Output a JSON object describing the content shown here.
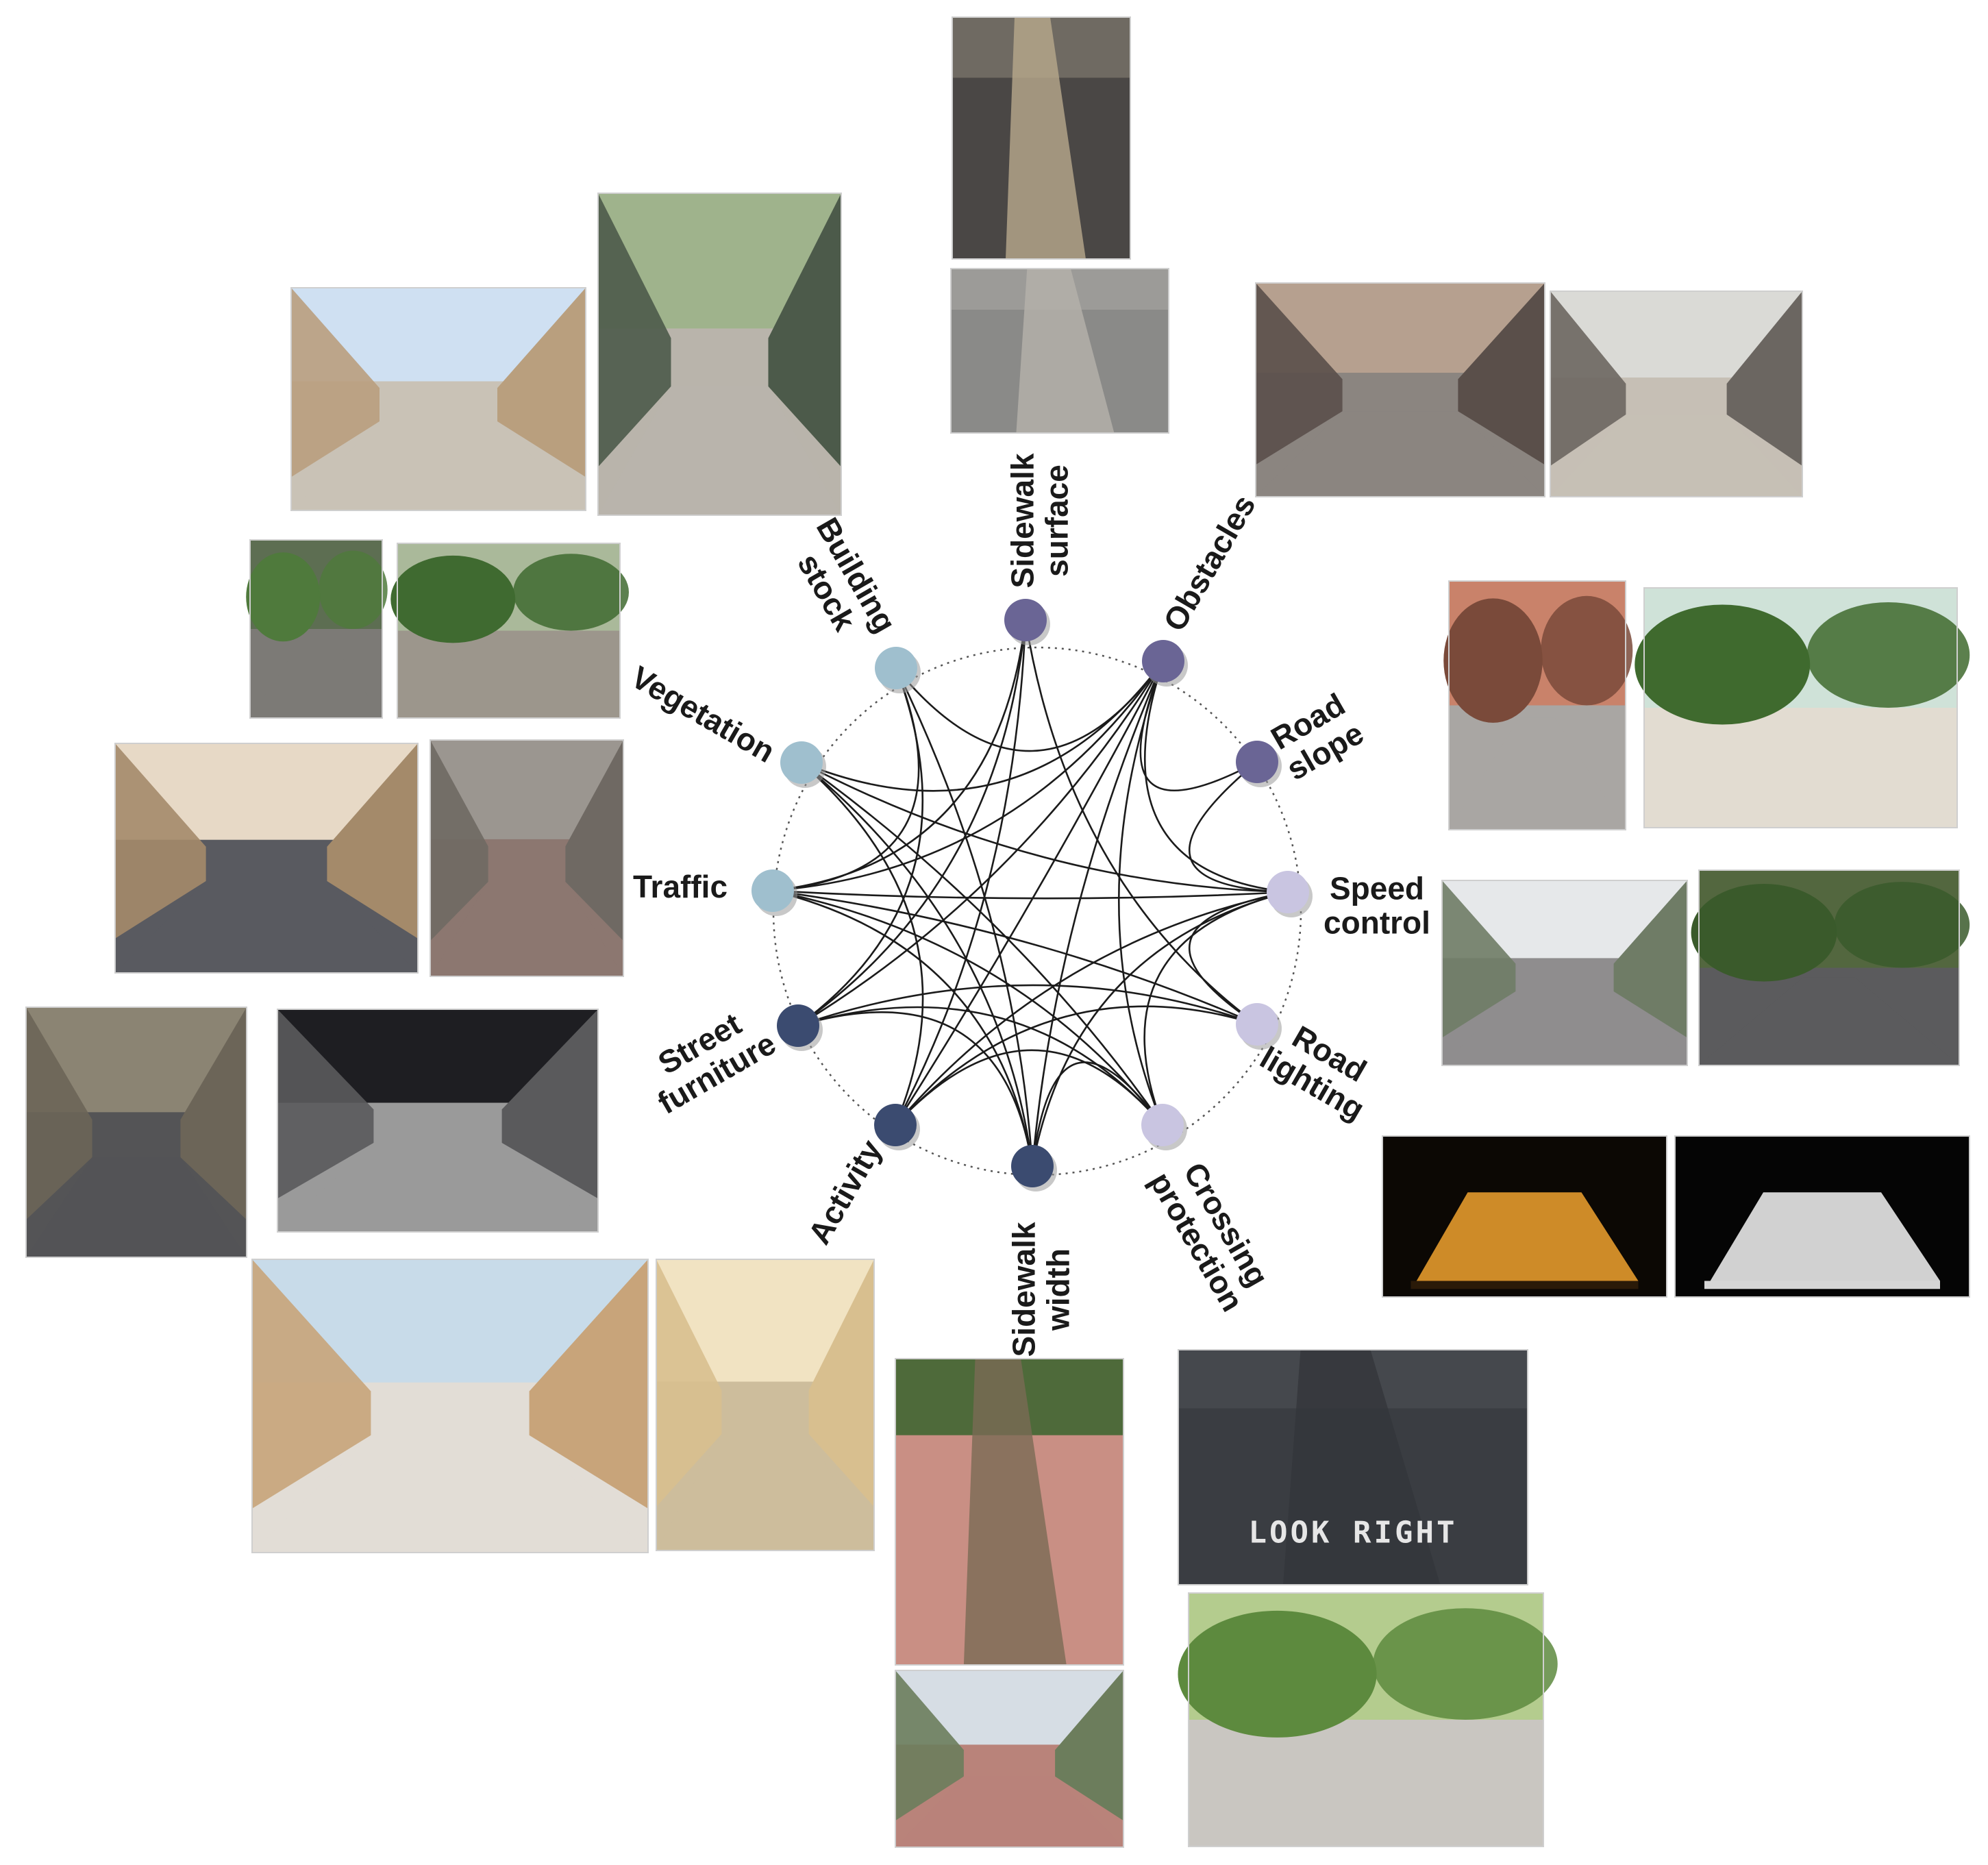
{
  "nodes": [
    {
      "id": "sidewalk-surface",
      "lines": [
        "Sidewalk",
        "surface"
      ],
      "color": "#6a6595"
    },
    {
      "id": "obstacles",
      "lines": [
        "Obstacles"
      ],
      "color": "#6a6595"
    },
    {
      "id": "road-slope",
      "lines": [
        "Road",
        "slope"
      ],
      "color": "#6a6595"
    },
    {
      "id": "speed-control",
      "lines": [
        "Speed",
        "control"
      ],
      "color": "#c9c5e1"
    },
    {
      "id": "road-lighting",
      "lines": [
        "Road",
        "lighting"
      ],
      "color": "#c9c5e1"
    },
    {
      "id": "crossing-protection",
      "lines": [
        "Crossing",
        "protection"
      ],
      "color": "#c9c5e1"
    },
    {
      "id": "sidewalk-width",
      "lines": [
        "Sidewalk",
        "width"
      ],
      "color": "#3b4b70"
    },
    {
      "id": "activity",
      "lines": [
        "Activity"
      ],
      "color": "#3b4b70"
    },
    {
      "id": "street-furniture",
      "lines": [
        "Street",
        "furniture"
      ],
      "color": "#3b4b70"
    },
    {
      "id": "traffic",
      "lines": [
        "Traffic"
      ],
      "color": "#9fbfce"
    },
    {
      "id": "vegetation",
      "lines": [
        "Vegetation"
      ],
      "color": "#9fbfce"
    },
    {
      "id": "building-stock",
      "lines": [
        "Building",
        "stock"
      ],
      "color": "#9fbfce"
    }
  ],
  "links": [
    [
      "obstacles",
      "road-slope"
    ],
    [
      "obstacles",
      "speed-control"
    ],
    [
      "obstacles",
      "building-stock"
    ],
    [
      "obstacles",
      "vegetation"
    ],
    [
      "obstacles",
      "traffic"
    ],
    [
      "obstacles",
      "street-furniture"
    ],
    [
      "obstacles",
      "activity"
    ],
    [
      "obstacles",
      "sidewalk-width"
    ],
    [
      "obstacles",
      "crossing-protection"
    ],
    [
      "sidewalk-surface",
      "traffic"
    ],
    [
      "sidewalk-surface",
      "street-furniture"
    ],
    [
      "sidewalk-surface",
      "activity"
    ],
    [
      "sidewalk-surface",
      "road-lighting"
    ],
    [
      "building-stock",
      "traffic"
    ],
    [
      "building-stock",
      "street-furniture"
    ],
    [
      "building-stock",
      "sidewalk-width"
    ],
    [
      "vegetation",
      "speed-control"
    ],
    [
      "vegetation",
      "crossing-protection"
    ],
    [
      "vegetation",
      "sidewalk-width"
    ],
    [
      "vegetation",
      "activity"
    ],
    [
      "traffic",
      "speed-control"
    ],
    [
      "traffic",
      "road-lighting"
    ],
    [
      "traffic",
      "crossing-protection"
    ],
    [
      "traffic",
      "sidewalk-width"
    ],
    [
      "street-furniture",
      "crossing-protection"
    ],
    [
      "street-furniture",
      "road-lighting"
    ],
    [
      "street-furniture",
      "sidewalk-width"
    ],
    [
      "activity",
      "speed-control"
    ],
    [
      "activity",
      "road-lighting"
    ],
    [
      "activity",
      "crossing-protection"
    ],
    [
      "sidewalk-width",
      "speed-control"
    ],
    [
      "sidewalk-width",
      "crossing-protection"
    ],
    [
      "road-slope",
      "speed-control"
    ],
    [
      "speed-control",
      "road-lighting"
    ],
    [
      "speed-control",
      "crossing-protection"
    ]
  ],
  "photos": [
    {
      "name": "photo-building-stone-wall",
      "scene": "street",
      "sky": "#cfe0f2",
      "top": "#b99f7e",
      "bottom": "#c9c2b6"
    },
    {
      "name": "photo-building-arcade",
      "scene": "street",
      "sky": "#9fb38c",
      "top": "#4c5a4a",
      "bottom": "#b9b4ab"
    },
    {
      "name": "photo-sidewalk-damaged",
      "scene": "ground",
      "sky": "#6f6a62",
      "top": "#4a4745",
      "bottom": "#b8a98c"
    },
    {
      "name": "photo-sidewalk-paving",
      "scene": "ground",
      "sky": "#9c9b98",
      "top": "#8a8a88",
      "bottom": "#b5b2ab"
    },
    {
      "name": "photo-obstacles-scooters",
      "scene": "street",
      "sky": "#b6a08f",
      "top": "#5a4f4a",
      "bottom": "#8b8580"
    },
    {
      "name": "photo-obstacles-parked",
      "scene": "street",
      "sky": "#dadad6",
      "top": "#6b6661",
      "bottom": "#c6bfb5"
    },
    {
      "name": "photo-vegetation-hedge",
      "scene": "park",
      "sky": "#5d6e52",
      "top": "#4f7a3c",
      "bottom": "#7c7a76"
    },
    {
      "name": "photo-vegetation-plaza",
      "scene": "park",
      "sky": "#aab99a",
      "top": "#3f6a30",
      "bottom": "#9c968c"
    },
    {
      "name": "photo-road-slope-curves",
      "scene": "park",
      "sky": "#c9826a",
      "top": "#7a4a3a",
      "bottom": "#a9a6a3"
    },
    {
      "name": "photo-road-slope-stairs",
      "scene": "park",
      "sky": "#cfe2d8",
      "top": "#3f6a2e",
      "bottom": "#e2dcd1"
    },
    {
      "name": "photo-traffic-street",
      "scene": "street",
      "sky": "#e7d9c6",
      "top": "#a48a6a",
      "bottom": "#595a60"
    },
    {
      "name": "photo-traffic-jam",
      "scene": "street",
      "sky": "#9b9690",
      "top": "#6f6963",
      "bottom": "#8c7770"
    },
    {
      "name": "photo-speed-control-bollards",
      "scene": "street",
      "sky": "#e6e8ea",
      "top": "#6f7c66",
      "bottom": "#8f8d8e"
    },
    {
      "name": "photo-speed-control-roundabout",
      "scene": "park",
      "sky": "#53673f",
      "top": "#3a5a2b",
      "bottom": "#5b5b5d"
    },
    {
      "name": "photo-street-furniture-bench",
      "scene": "street",
      "sky": "#8b8473",
      "top": "#6c6558",
      "bottom": "#545456"
    },
    {
      "name": "photo-street-furniture-bw",
      "scene": "street",
      "sky": "#1e1e22",
      "top": "#5a5a5c",
      "bottom": "#9a9a9a"
    },
    {
      "name": "photo-road-lighting-night",
      "scene": "night",
      "sky": "#0c0804",
      "top": "#e39a2c",
      "bottom": "#2a1a08"
    },
    {
      "name": "photo-road-lighting-bw",
      "scene": "night",
      "sky": "#050505",
      "top": "#e8e8e8",
      "bottom": "#d5d5d5"
    },
    {
      "name": "photo-activity-square",
      "scene": "street",
      "sky": "#c8dbe9",
      "top": "#c8a47a",
      "bottom": "#e2ddd6"
    },
    {
      "name": "photo-activity-alley",
      "scene": "street",
      "sky": "#f1e3c2",
      "top": "#d8bf8f",
      "bottom": "#cdbd9c"
    },
    {
      "name": "photo-sidewalk-width-wall",
      "scene": "ground",
      "sky": "#4e6a3a",
      "top": "#c98f84",
      "bottom": "#7a6a55"
    },
    {
      "name": "photo-sidewalk-width-wide",
      "scene": "street",
      "sky": "#d6dde4",
      "top": "#6c7d5c",
      "bottom": "#b9837a"
    },
    {
      "name": "photo-crossing-look-right",
      "scene": "ground",
      "sky": "#45484d",
      "top": "#3a3d42",
      "bottom": "#33363b"
    },
    {
      "name": "photo-crossing-trees",
      "scene": "park",
      "sky": "#b4cc8e",
      "top": "#5d8a3e",
      "bottom": "#c9c6c1"
    }
  ],
  "road_marking_text": "LOOK RIGHT"
}
